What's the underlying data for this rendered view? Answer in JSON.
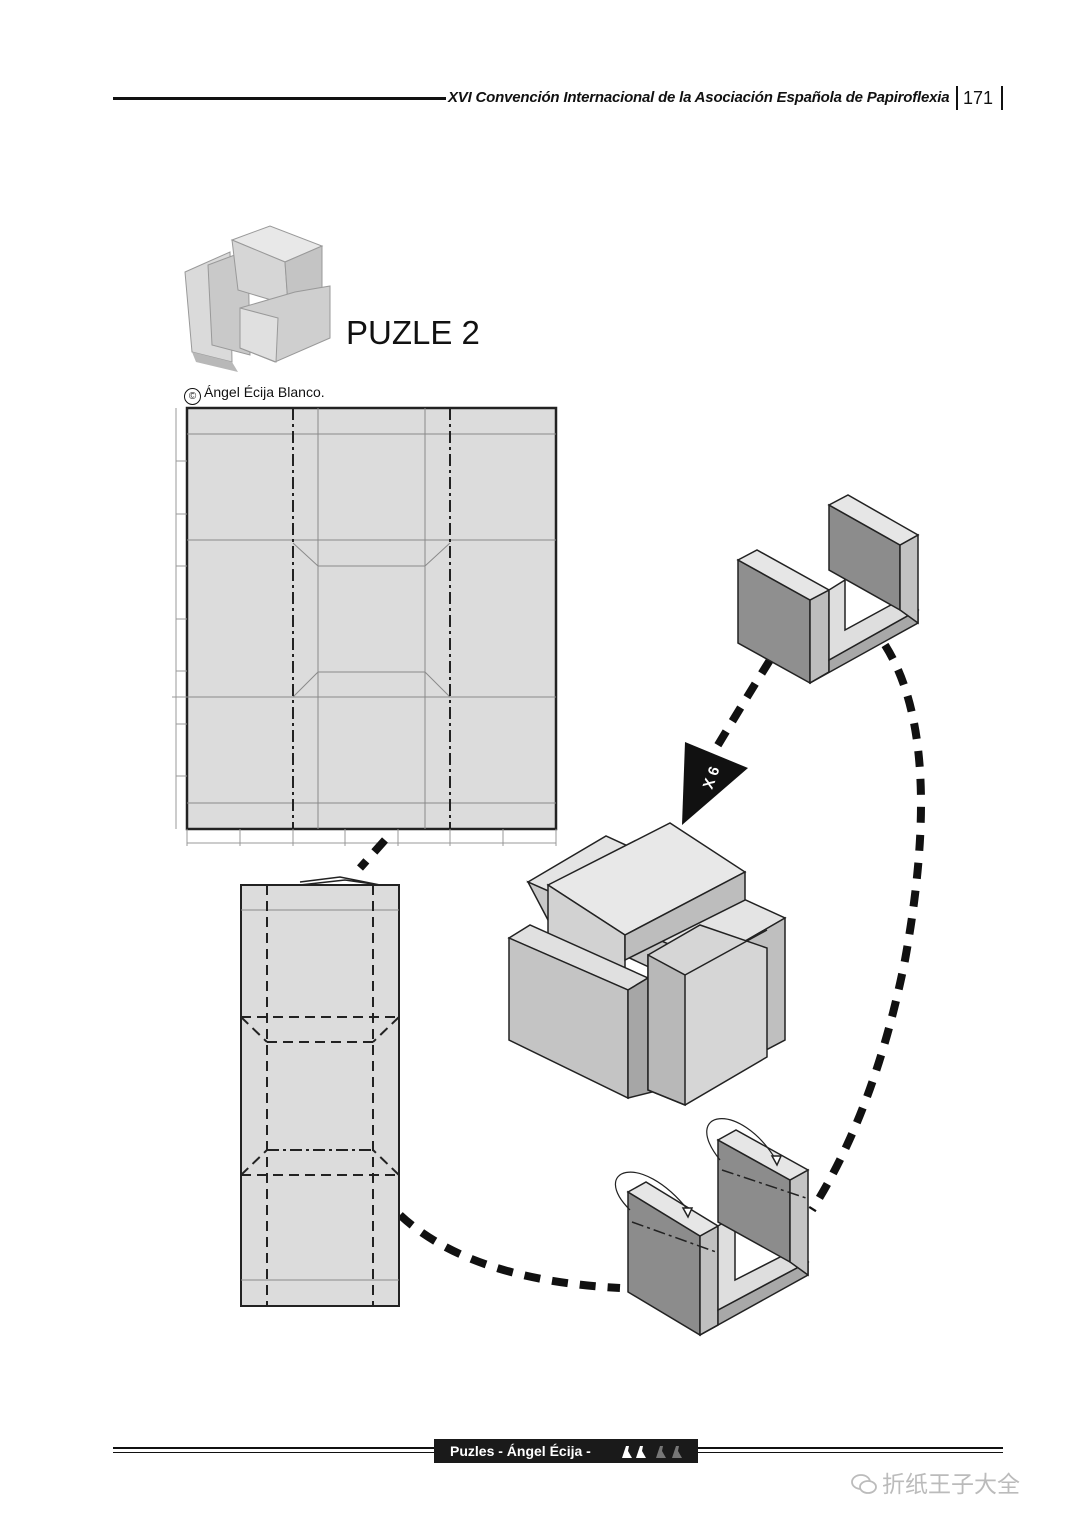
{
  "header": {
    "title": "XVI Convención Internacional de la Asociación Española de Papiroflexia",
    "page_number": "171"
  },
  "diagram": {
    "title": "PUZLE 2",
    "copyright": "Ángel Écija Blanco.",
    "copyright_symbol": "©",
    "repeat_label": "X 6"
  },
  "footer": {
    "label": "Puzles - Ángel Écija -"
  },
  "watermark": {
    "text": "折纸王子大全",
    "icon": "wechat-icon"
  },
  "colors": {
    "paper": "#d9d9d9",
    "paper_light": "#e6e6e6",
    "paper_dark": "#8c8c8c",
    "line": "#222222"
  }
}
